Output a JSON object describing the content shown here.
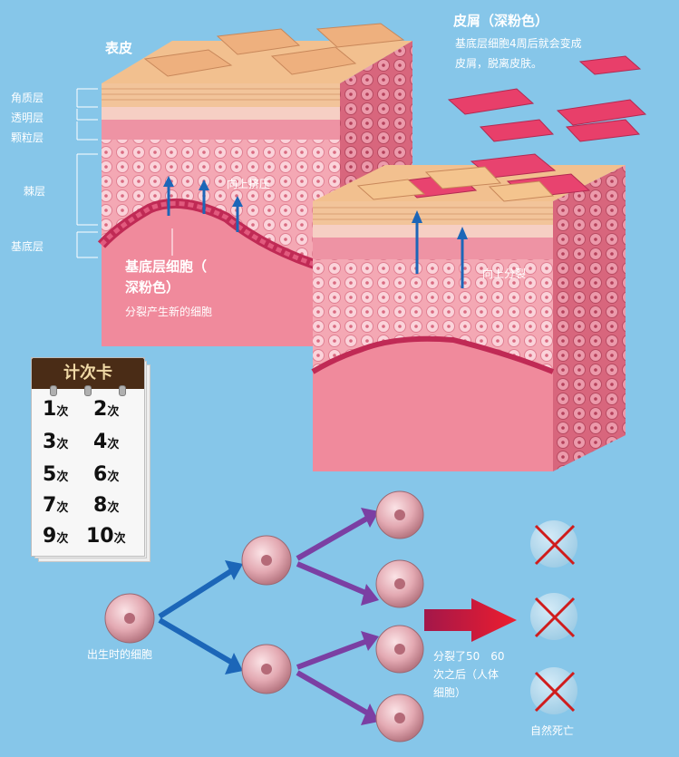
{
  "skin": {
    "epidermis": "表皮",
    "layers": [
      "角质层",
      "透明层",
      "颗粒层",
      "棘层",
      "基底层"
    ],
    "basal_title": [
      "基底层细胞（",
      "深粉色）"
    ],
    "basal_desc": "分裂产生新的细胞",
    "push_up": "向上挤压",
    "split_up": "向上分裂",
    "dander_title": "皮屑（深粉色）",
    "dander_desc": [
      "基底层细胞4周后就会变成",
      "皮屑，脱离皮肤。"
    ]
  },
  "count_card": {
    "title": "计次卡",
    "unit": "次",
    "counts": [
      "1",
      "2",
      "3",
      "4",
      "5",
      "6",
      "7",
      "8",
      "9",
      "10"
    ]
  },
  "division": {
    "birth_cell": "出生时的细胞",
    "after_division": [
      "分裂了50　60",
      "次之后（人体",
      "细胞）"
    ],
    "natural_death": "自然死亡"
  },
  "colors": {
    "background": "#86c6e9",
    "tissue": "#f08a9c",
    "surface": "#f5c79a",
    "dander": "#e83f6a",
    "arrow_blue": "#1c66b8",
    "arrow_purple": "#7b3fa3",
    "arrow_red": "#d3173f",
    "cross_red": "#d01c1c"
  }
}
